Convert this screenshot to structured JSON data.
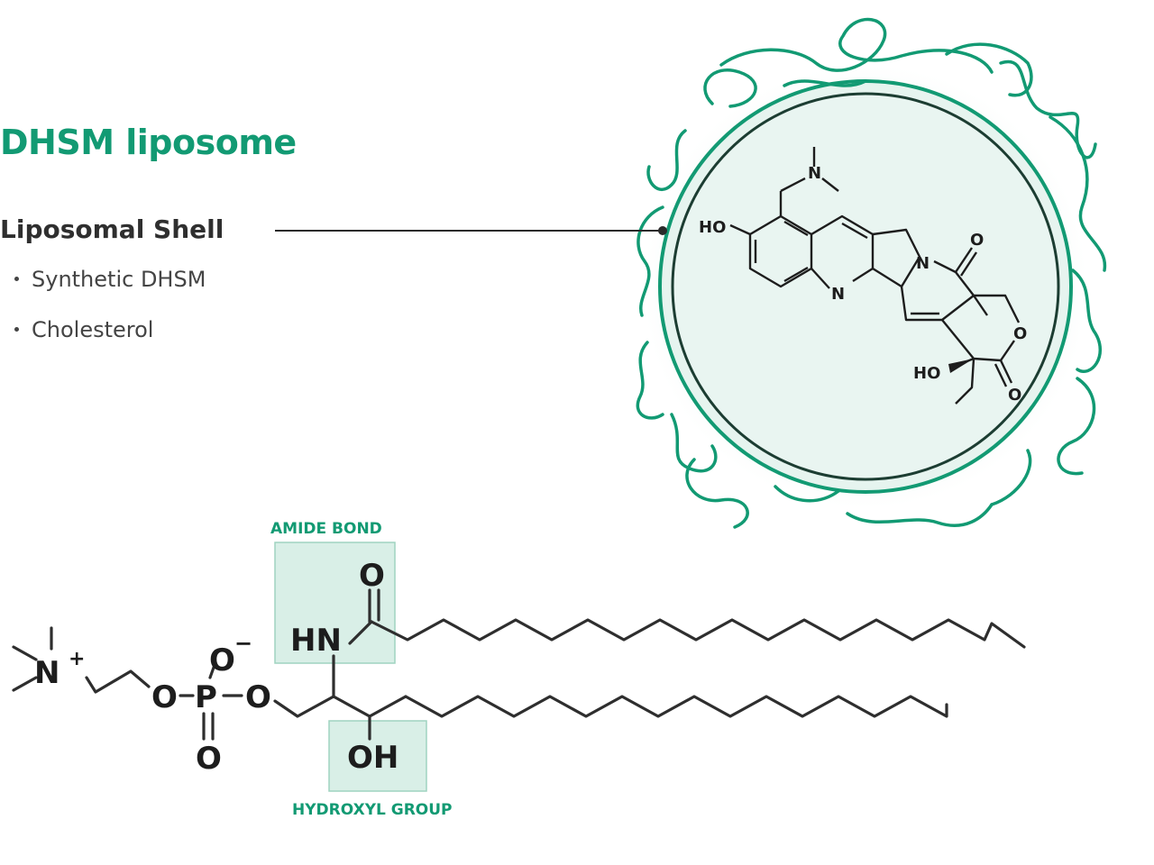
{
  "title": "DHSM liposome",
  "shell": {
    "heading": "Liposomal Shell",
    "components": [
      "Synthetic DHSM",
      "Cholesterol"
    ]
  },
  "drug_labels": {
    "ho_top": "HO",
    "n_amine": "N",
    "n_ring": "N",
    "n_pyr": "N",
    "o_ketone": "O",
    "o_lactone": "O",
    "o_carbonyl": "O",
    "ho_bottom": "HO"
  },
  "lipid_labels": {
    "n_plus": "N",
    "plus": "+",
    "o1": "O",
    "p": "P",
    "o_minus": "O",
    "minus": "−",
    "o_dbl": "O",
    "o2": "O",
    "hn": "HN",
    "o_amide": "O",
    "oh": "OH"
  },
  "highlights": {
    "amide": "AMIDE BOND",
    "hydroxyl": "HYDROXYL GROUP"
  },
  "colors": {
    "accent": "#129a73",
    "circle_fill": "#e6f4ef",
    "dark_ring": "#1c3d32",
    "box_fill": "#d9efe7"
  }
}
